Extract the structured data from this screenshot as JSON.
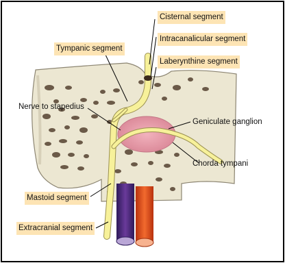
{
  "labels": {
    "cisternal": "Cisternal segment",
    "intracanalicular": "Intracanalicular segment",
    "tympanic": "Tympanic segment",
    "labyrinthine": "Laberynthine segment",
    "nerve_to_stapedius": "Nerve to stapedius",
    "geniculate": "Geniculate ganglion",
    "chorda": "Chorda tympani",
    "mastoid": "Mastoid segment",
    "extracranial": "Extracranial segment"
  },
  "colors": {
    "label_bg": "#fde4b4",
    "bone": "#ece7d2",
    "bone_pore": "#6b5a48",
    "nerve": "#f7f19a",
    "ganglion": "#e39aa6",
    "artery": "#e8531f",
    "vein": "#4a2a7a"
  }
}
